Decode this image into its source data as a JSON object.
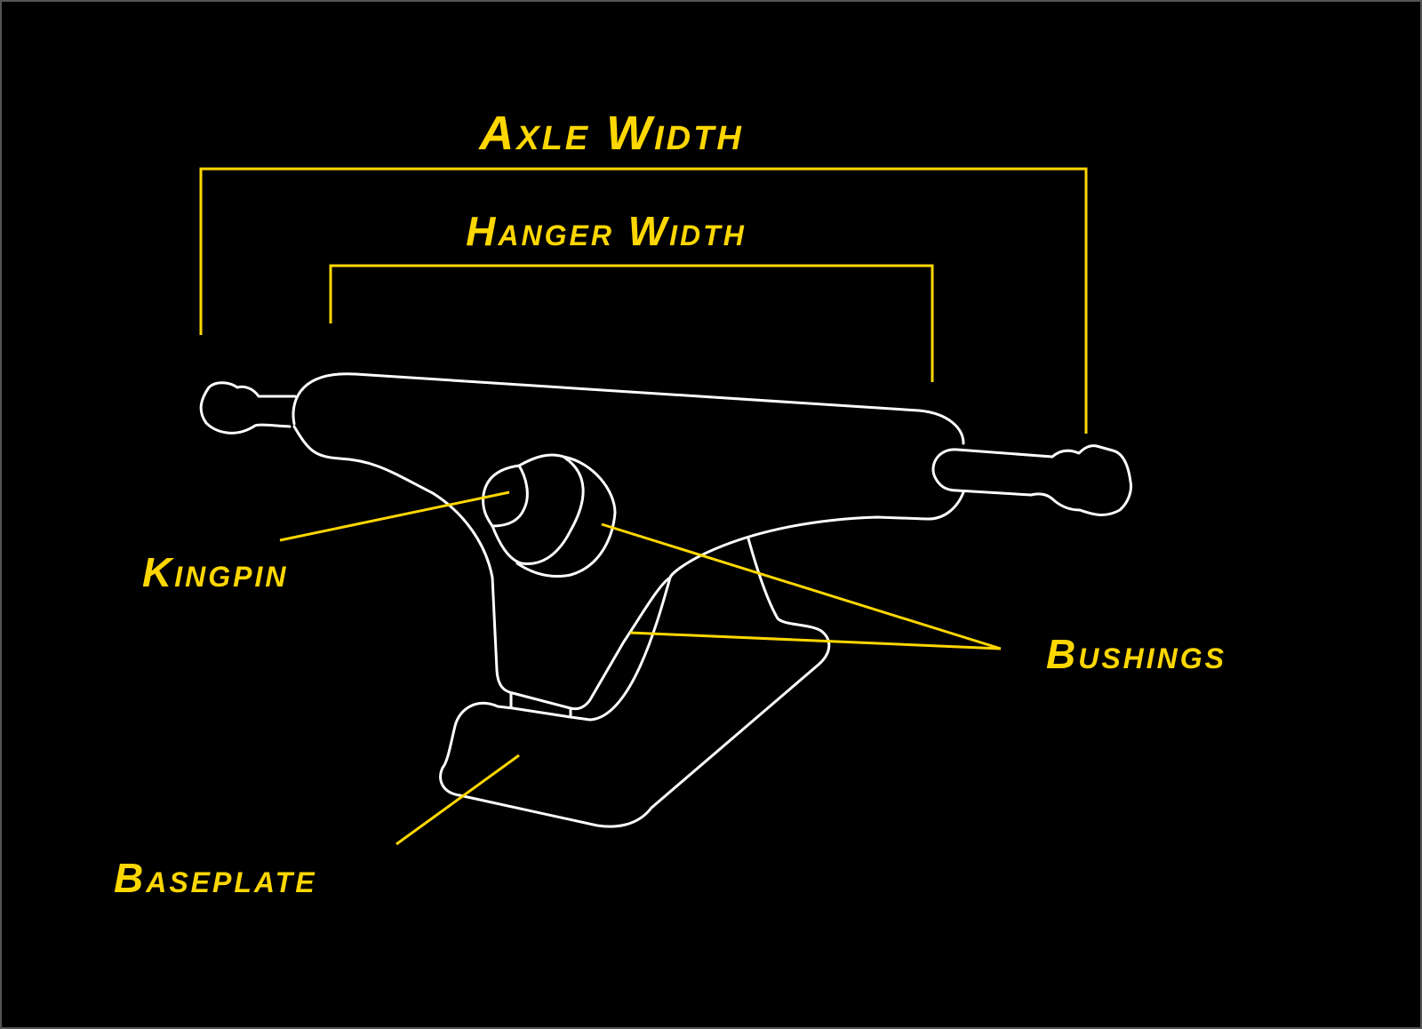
{
  "title": "Axle Width",
  "labels": {
    "axle_width": "Axle Width",
    "hanger_width": "Hanger Width",
    "kingpin": "Kingpin",
    "bushings": "Bushings",
    "baseplate": "Baseplate"
  },
  "colors": {
    "background": "#000000",
    "accent": "#FFD700",
    "outline": "#FFFFFF"
  }
}
